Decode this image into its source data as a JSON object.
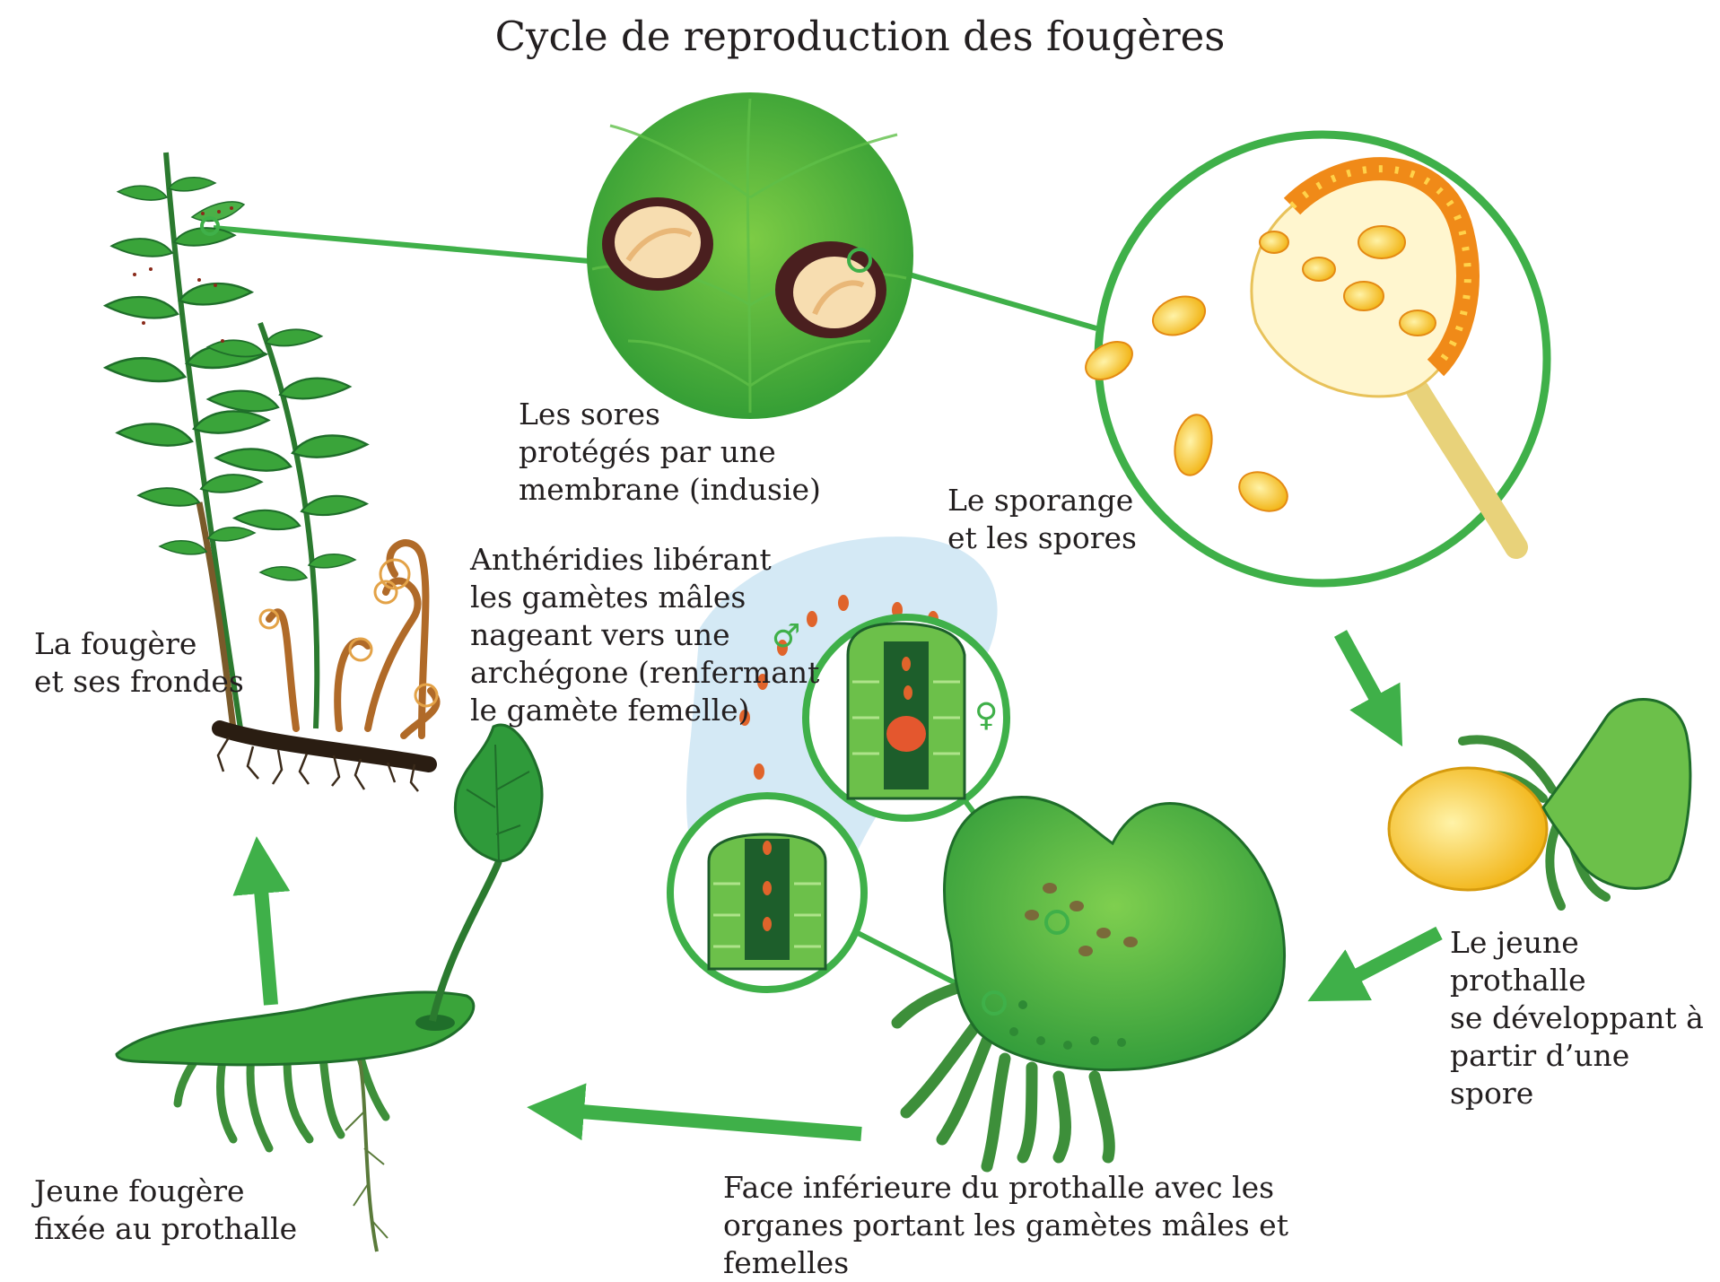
{
  "title": "Cycle de reproduction des fougères",
  "colors": {
    "link_green": "#3fb049",
    "leaf_green": "#2f9a3a",
    "leaf_light": "#6cc04a",
    "spore_yellow": "#f6c21c",
    "spore_orange": "#ef8a1c",
    "sorus_brown": "#4a1f1f",
    "water_blue": "#c9e4f3",
    "male_dot": "#e0642b",
    "egg_red": "#e4572e",
    "dark_green": "#1d5e2b"
  },
  "labels": {
    "fern": "La fougère\net ses frondes",
    "sori": "Les sores\nprotégés par une\nmembrane (indusie)",
    "sporangium": "Le sporange\net les spores",
    "antheridia": "Anthéridies libérant\nles gamètes mâles\nnageant  vers une\narchégone (renfermant\nle gamète femelle)",
    "young_prothallus": "Le jeune prothalle\nse développant à\npartir d’une spore",
    "prothallus_underside": "Face inférieure du prothalle avec les\norganes portant les gamètes mâles et\nfemelles",
    "young_fern": "Jeune fougère\nfixée au prothalle"
  },
  "symbols": {
    "male": "♂",
    "female": "♀"
  },
  "icons": {
    "fern": "fern-plant-icon",
    "sori": "sori-magnified-icon",
    "sporangium": "sporangium-spores-icon",
    "young_prothallus": "germinating-spore-icon",
    "prothallus": "prothallus-underside-icon",
    "antheridium": "antheridium-icon",
    "archegonium": "archegonium-icon",
    "young_fern": "young-fern-prothallus-icon",
    "arrow": "cycle-arrow-icon"
  }
}
